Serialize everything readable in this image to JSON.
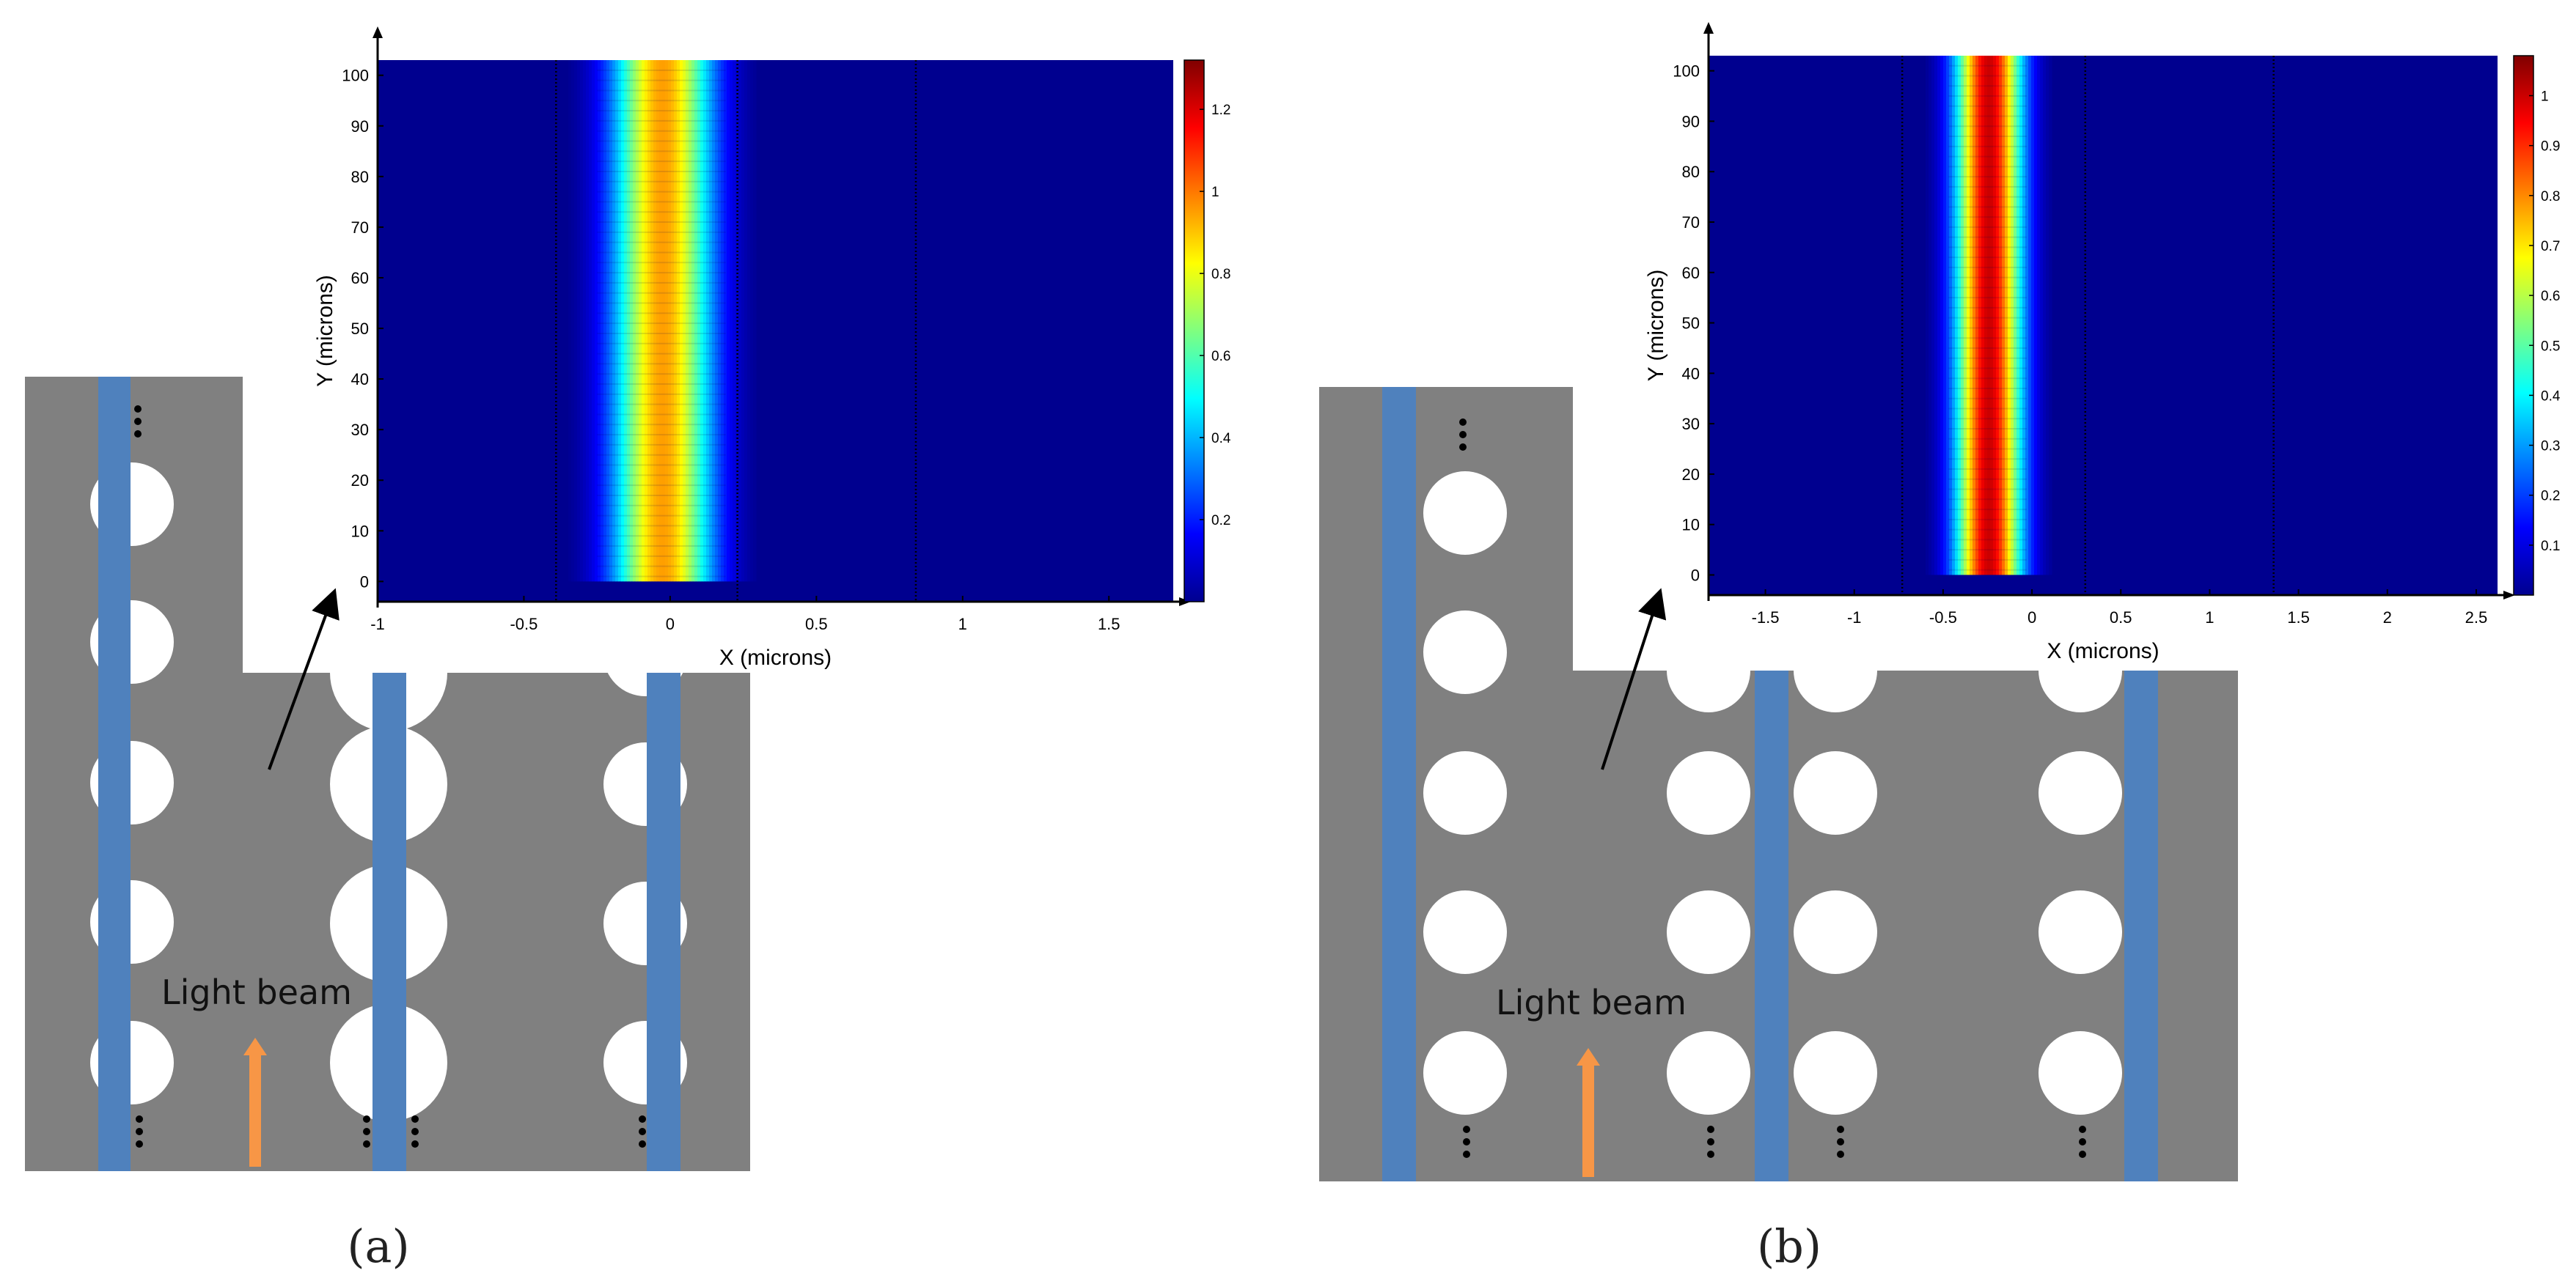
{
  "panels": [
    {
      "caption": "(a)",
      "beam_label": "Light beam",
      "plot": {
        "xlabel": "X (microns)",
        "ylabel": "Y (microns)",
        "xlim": [
          -1,
          1.72
        ],
        "ylim": [
          -4,
          103
        ],
        "xticks": [
          "-1",
          "-0.5",
          "0",
          "0.5",
          "1",
          "1.5"
        ],
        "xtick_values": [
          -1,
          -0.5,
          0,
          0.5,
          1,
          1.5
        ],
        "yticks": [
          "0",
          "10",
          "20",
          "30",
          "40",
          "50",
          "60",
          "70",
          "80",
          "90",
          "100"
        ],
        "ytick_values": [
          0,
          10,
          20,
          30,
          40,
          50,
          60,
          70,
          80,
          90,
          100
        ],
        "colorbar_ticks": [
          "0.2",
          "0.4",
          "0.6",
          "0.8",
          "1",
          "1.2"
        ],
        "colorbar_tick_values": [
          0.2,
          0.4,
          0.6,
          0.8,
          1.0,
          1.2
        ],
        "colorbar_range": [
          0,
          1.32
        ],
        "beam_center_x": -0.03,
        "beam_peak": 0.95,
        "boundaries_x": [
          -0.39,
          0.23,
          0.84
        ]
      }
    },
    {
      "caption": "(b)",
      "beam_label": "Light beam",
      "plot": {
        "xlabel": "X (microns)",
        "ylabel": "Y (microns)",
        "xlim": [
          -1.82,
          2.62
        ],
        "ylim": [
          -4,
          103
        ],
        "xticks": [
          "-1.5",
          "-1",
          "-0.5",
          "0",
          "0.5",
          "1",
          "1.5",
          "2",
          "2.5"
        ],
        "xtick_values": [
          -1.5,
          -1,
          -0.5,
          0,
          0.5,
          1,
          1.5,
          2,
          2.5
        ],
        "yticks": [
          "0",
          "10",
          "20",
          "30",
          "40",
          "50",
          "60",
          "70",
          "80",
          "90",
          "100"
        ],
        "ytick_values": [
          0,
          10,
          20,
          30,
          40,
          50,
          60,
          70,
          80,
          90,
          100
        ],
        "colorbar_ticks": [
          "0.1",
          "0.2",
          "0.3",
          "0.4",
          "0.5",
          "0.6",
          "0.7",
          "0.8",
          "0.9",
          "1"
        ],
        "colorbar_tick_values": [
          0.1,
          0.2,
          0.3,
          0.4,
          0.5,
          0.6,
          0.7,
          0.8,
          0.9,
          1.0
        ],
        "colorbar_range": [
          0,
          1.08
        ],
        "beam_center_x": -0.25,
        "beam_peak": 1.0,
        "boundaries_x": [
          -0.73,
          0.3,
          1.36
        ]
      }
    }
  ],
  "colors": {
    "slab": "#808080",
    "waveguide": "#4f81bd",
    "hole": "#ffffff",
    "beam_arrow": "#f79646",
    "plot_background": "#00008f"
  }
}
